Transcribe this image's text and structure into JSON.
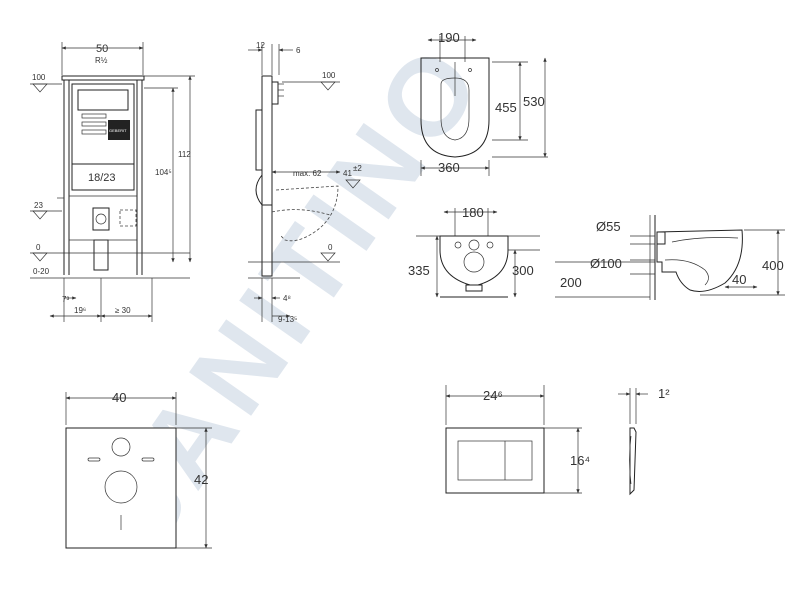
{
  "watermark": "SANITINO",
  "frame": {
    "brand": "GEBERIT",
    "top": {
      "width": "50",
      "connection": "R½"
    },
    "left": {
      "top_level": "100",
      "pipe_level": "23",
      "floor_level": "0",
      "floor_range": "0-20"
    },
    "inner": "18/23",
    "right": {
      "height_total": "112",
      "height_inner": "104⁵"
    },
    "bottom": {
      "offset_a": "7³",
      "offset_b": "19⁶",
      "offset_c": "≥ 30"
    }
  },
  "side": {
    "top_a": "12",
    "top_b": "6",
    "level_right": "100",
    "max": "max. 62",
    "height": "41",
    "tolerance": "±2",
    "floor": "0",
    "bottom_a": "4⁸",
    "bottom_b": "9-13⁵"
  },
  "bowl_top": {
    "width_top": "190",
    "depth_inner": "455",
    "depth": "530",
    "width": "360"
  },
  "bowl_front": {
    "width_top": "180",
    "height_left": "335",
    "height_right": "300",
    "height_floor": "200"
  },
  "bowl_side": {
    "hole_small": "Ø55",
    "hole_large": "Ø100",
    "height": "400",
    "offset": "40"
  },
  "plate": {
    "width": "40",
    "height": "42"
  },
  "button": {
    "width": "24⁶",
    "height": "16⁴",
    "depth": "1²"
  }
}
